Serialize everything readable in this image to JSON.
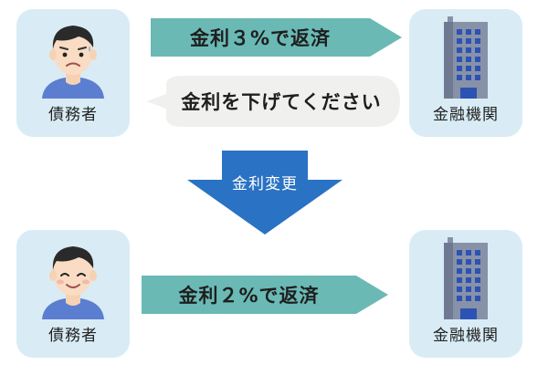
{
  "top": {
    "debtor_label": "債務者",
    "bank_label": "金融機関",
    "arrow_text": "金利３%で返済",
    "request_text": "金利を下げてください"
  },
  "change": {
    "label": "金利変更"
  },
  "bottom": {
    "debtor_label": "債務者",
    "bank_label": "金融機関",
    "arrow_text": "金利２%で返済"
  },
  "colors": {
    "card_bg": "#d9ecf5",
    "arrow_teal": "#6ab9b5",
    "bubble_bg": "#f0f0ee",
    "down_arrow_blue": "#2a72c3",
    "shirt": "#5c7ed0",
    "building": "#8792a8",
    "window": "#2c52b3"
  },
  "icons": {
    "debtor_top": "worried-person-icon",
    "debtor_bottom": "smiling-person-icon",
    "bank": "office-building-icon"
  }
}
